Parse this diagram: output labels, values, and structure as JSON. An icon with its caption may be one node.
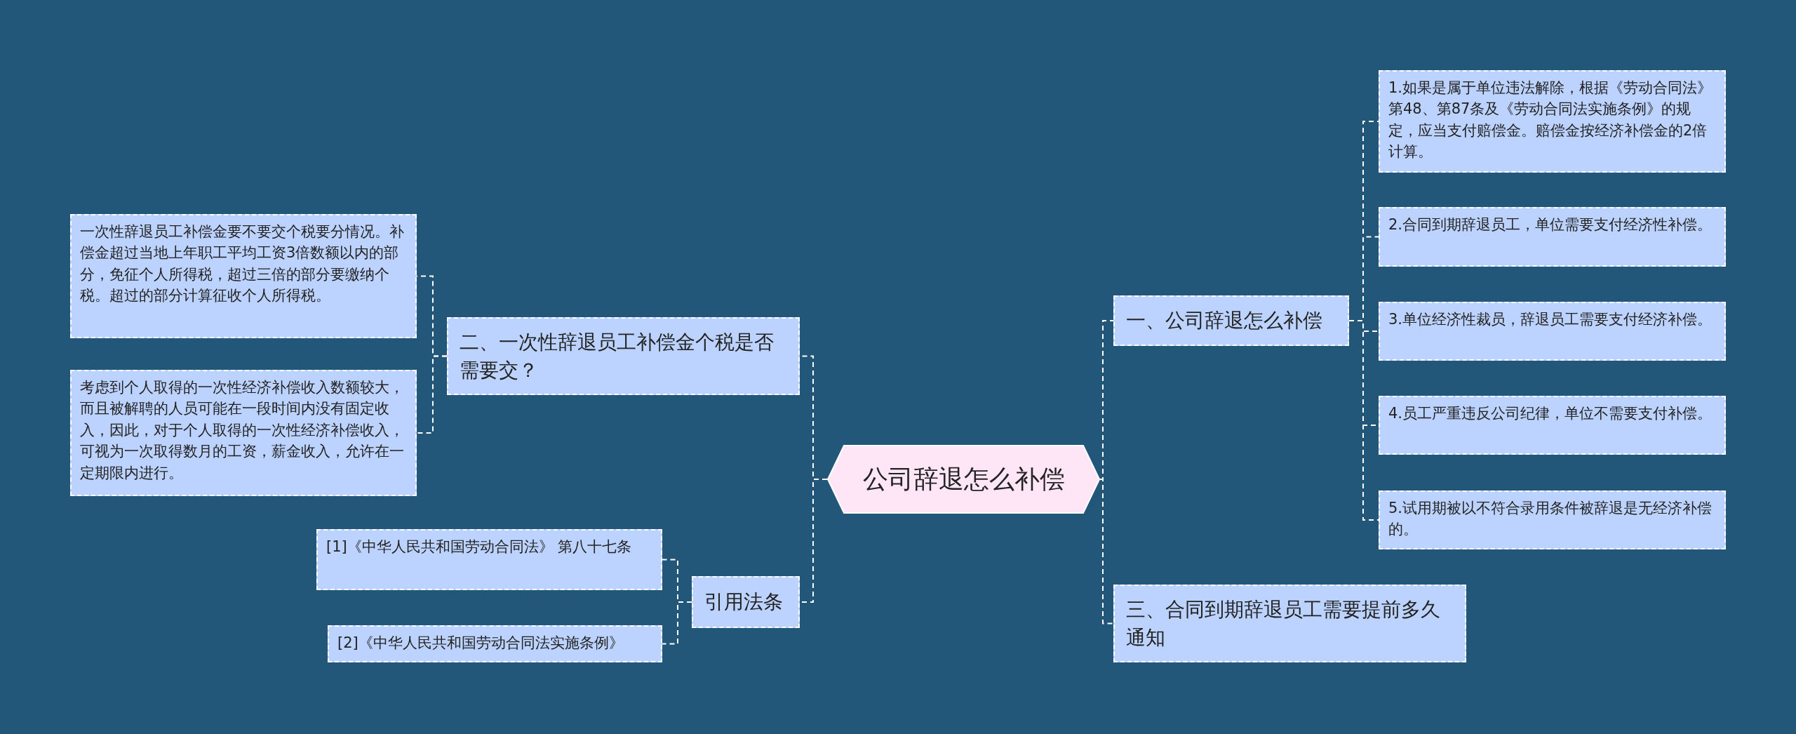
{
  "diagram": {
    "nodes": [
      {
        "text": [
          "公司辞退怎么补偿"
        ]
      },
      {
        "text": [
          "一、公司辞退怎么补偿"
        ]
      },
      {
        "text": [
          "1.如果是属于单位违法解除，根据《劳动合同法》第48、第87条及《劳动合同法实施条例》的规定，应当支付赔偿金。赔偿金按经济补偿金的2倍计算。"
        ]
      },
      {
        "text": [
          "2.合同到期辞退员工，单位需要支付经济性补偿。"
        ]
      },
      {
        "text": [
          "3.单位经济性裁员，辞退员工需要支付经济补偿。"
        ]
      },
      {
        "text": [
          "4.员工严重违反公司纪律，单位不需要支付补偿。"
        ]
      },
      {
        "text": [
          "5.试用期被以不符合录用条件被辞退是无经济补偿的。"
        ]
      },
      {
        "text": [
          "三、合同到期辞退员工需要提前多久通知"
        ]
      },
      {
        "text": [
          "二、一次性辞退员工补偿金个税是否需要交？"
        ]
      },
      {
        "text": [
          "一次性辞退员工补偿金要不要交个税要分情况。补偿金超过当地上年职工平均工资3倍数额以内的部分，免征个人所得税，超过三倍的部分要缴纳个税。超过的部分计算征收个人所得税。"
        ]
      },
      {
        "text": [
          "考虑到个人取得的一次性经济补偿收入数额较大，而且被解聘的人员可能在一段时间内没有固定收入，因此，对于个人取得的一次性经济补偿收入，可视为一次取得数月的工资，薪金收入，允许在一定期限内进行。"
        ]
      },
      {
        "text": [
          "引用法条"
        ]
      },
      {
        "text": [
          "[1]《中华人民共和国劳动合同法》 第八十七条"
        ]
      },
      {
        "text": [
          "[2]《中华人民共和国劳动合同法实施条例》"
        ]
      }
    ],
    "edges": [
      {
        "from": 0,
        "to": 1,
        "arrow": "none"
      },
      {
        "from": 1,
        "to": 2,
        "arrow": "none"
      },
      {
        "from": 1,
        "to": 3,
        "arrow": "none"
      },
      {
        "from": 1,
        "to": 4,
        "arrow": "none"
      },
      {
        "from": 1,
        "to": 5,
        "arrow": "none"
      },
      {
        "from": 1,
        "to": 6,
        "arrow": "none"
      },
      {
        "from": 0,
        "to": 7,
        "arrow": "none"
      },
      {
        "from": 0,
        "to": 8,
        "arrow": "none"
      },
      {
        "from": 8,
        "to": 9,
        "arrow": "none"
      },
      {
        "from": 8,
        "to": 10,
        "arrow": "none"
      },
      {
        "from": 0,
        "to": 11,
        "arrow": "none"
      },
      {
        "from": 11,
        "to": 12,
        "arrow": "none"
      },
      {
        "from": 11,
        "to": 13,
        "arrow": "none"
      }
    ]
  }
}
